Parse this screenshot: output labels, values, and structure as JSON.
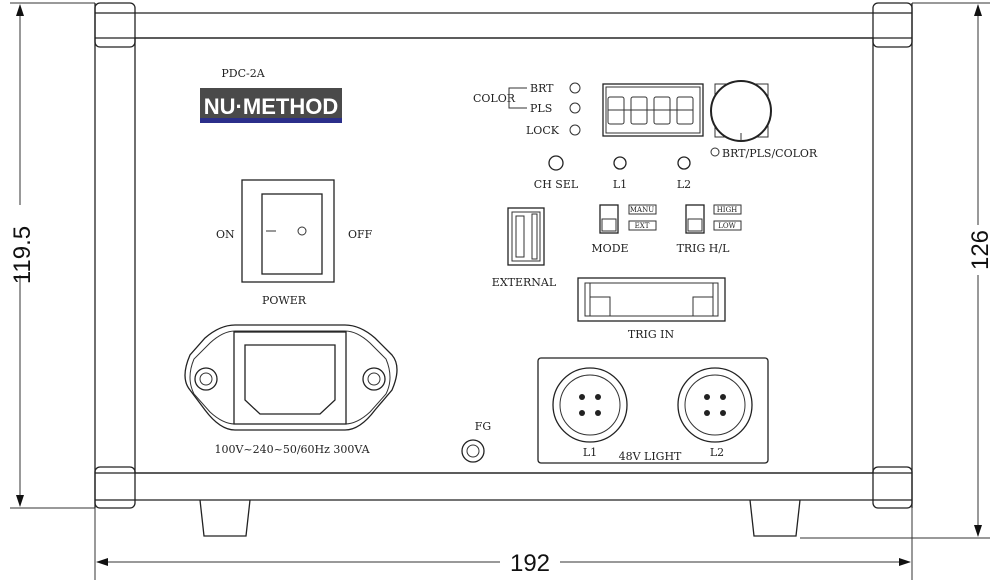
{
  "model": "PDC-2A",
  "brand": "NU·METHOD",
  "colors": {
    "logo_bg": "#4a4a4a",
    "logo_stripe": "#2b2f8a"
  },
  "indicators": {
    "color_label": "COLOR",
    "brt": "BRT",
    "pls": "PLS",
    "lock": "LOCK"
  },
  "knob_label": "BRT/PLS/COLOR",
  "leds": {
    "ch_sel": "CH SEL",
    "l1": "L1",
    "l2": "L2"
  },
  "power": {
    "on": "ON",
    "off": "OFF",
    "label": "POWER"
  },
  "usb_label": "EXTERNAL",
  "mode_switch": {
    "label": "MODE",
    "upper": "MANU",
    "lower": "EXT"
  },
  "trig_switch": {
    "label": "TRIG H/L",
    "upper": "HIGH",
    "lower": "LOW"
  },
  "trig_in_label": "TRIG IN",
  "ac_inlet_label": "100V~240~50/60Hz 300VA",
  "fg_label": "FG",
  "light_outputs": {
    "l1": "L1",
    "center": "48V LIGHT",
    "l2": "L2"
  },
  "dimensions": {
    "left_height": "119.5",
    "right_height": "126",
    "width": "192"
  }
}
